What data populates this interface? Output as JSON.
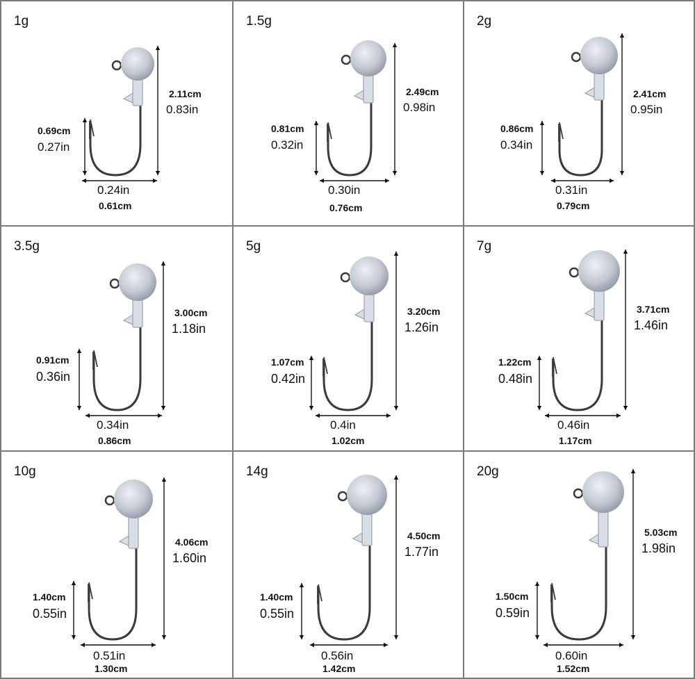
{
  "colors": {
    "head": "#c3c8d2",
    "wire": "#3a3a3e",
    "shank": "#d8dde6",
    "grid": "#7a7a7a"
  },
  "hooks": [
    {
      "weight": "1g",
      "length_cm": "2.11cm",
      "length_in": "0.83in",
      "gap_cm": "0.69cm",
      "gap_in": "0.27in",
      "width_in": "0.24in",
      "width_cm": "0.61cm"
    },
    {
      "weight": "1.5g",
      "length_cm": "2.49cm",
      "length_in": "0.98in",
      "gap_cm": "0.81cm",
      "gap_in": "0.32in",
      "width_in": "0.30in",
      "width_cm": "0.76cm"
    },
    {
      "weight": "2g",
      "length_cm": "2.41cm",
      "length_in": "0.95in",
      "gap_cm": "0.86cm",
      "gap_in": "0.34in",
      "width_in": "0.31in",
      "width_cm": "0.79cm"
    },
    {
      "weight": "3.5g",
      "length_cm": "3.00cm",
      "length_in": "1.18in",
      "gap_cm": "0.91cm",
      "gap_in": "0.36in",
      "width_in": "0.34in",
      "width_cm": "0.86cm"
    },
    {
      "weight": "5g",
      "length_cm": "3.20cm",
      "length_in": "1.26in",
      "gap_cm": "1.07cm",
      "gap_in": "0.42in",
      "width_in": "0.4in",
      "width_cm": "1.02cm"
    },
    {
      "weight": "7g",
      "length_cm": "3.71cm",
      "length_in": "1.46in",
      "gap_cm": "1.22cm",
      "gap_in": "0.48in",
      "width_in": "0.46in",
      "width_cm": "1.17cm"
    },
    {
      "weight": "10g",
      "length_cm": "4.06cm",
      "length_in": "1.60in",
      "gap_cm": "1.40cm",
      "gap_in": "0.55in",
      "width_in": "0.51in",
      "width_cm": "1.30cm"
    },
    {
      "weight": "14g",
      "length_cm": "4.50cm",
      "length_in": "1.77in",
      "gap_cm": "1.40cm",
      "gap_in": "0.55in",
      "width_in": "0.56in",
      "width_cm": "1.42cm"
    },
    {
      "weight": "20g",
      "length_cm": "5.03cm",
      "length_in": "1.98in",
      "gap_cm": "1.50cm",
      "gap_in": "0.59in",
      "width_in": "0.60in",
      "width_cm": "1.52cm"
    }
  ]
}
